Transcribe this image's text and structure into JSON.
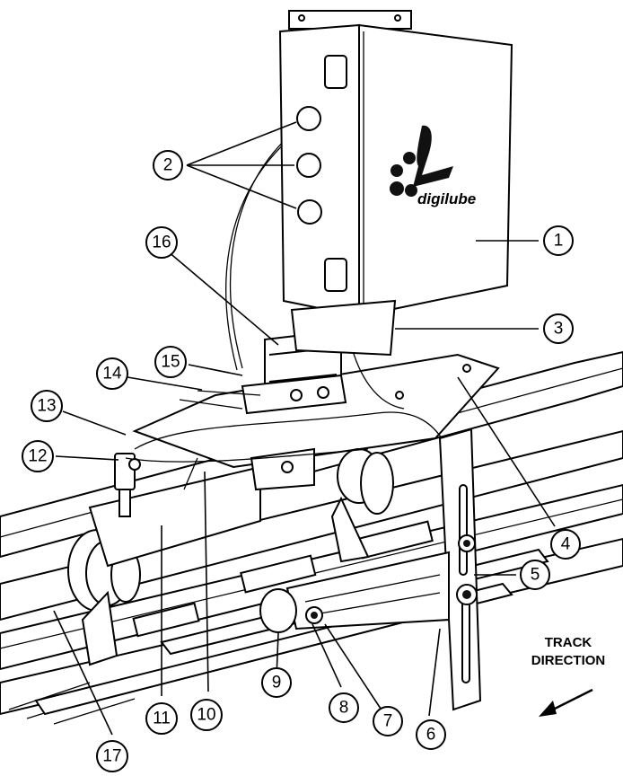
{
  "logo": {
    "text": "digilube"
  },
  "callouts": [
    {
      "n": "1"
    },
    {
      "n": "2"
    },
    {
      "n": "3"
    },
    {
      "n": "4"
    },
    {
      "n": "5"
    },
    {
      "n": "6"
    },
    {
      "n": "7"
    },
    {
      "n": "8"
    },
    {
      "n": "9"
    },
    {
      "n": "10"
    },
    {
      "n": "11"
    },
    {
      "n": "12"
    },
    {
      "n": "13"
    },
    {
      "n": "14"
    },
    {
      "n": "15"
    },
    {
      "n": "16"
    },
    {
      "n": "17"
    }
  ],
  "track_direction": {
    "line1": "TRACK",
    "line2": "DIRECTION"
  }
}
